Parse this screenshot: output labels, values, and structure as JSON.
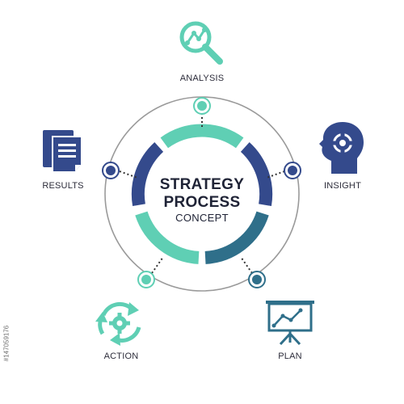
{
  "title": {
    "line1": "STRATEGY",
    "line2": "PROCESS",
    "line3": "CONCEPT"
  },
  "stages": [
    {
      "key": "analysis",
      "label": "ANALYSIS",
      "icon": "magnifier-chart-icon"
    },
    {
      "key": "insight",
      "label": "INSIGHT",
      "icon": "head-gear-icon"
    },
    {
      "key": "plan",
      "label": "PLAN",
      "icon": "presentation-board-icon"
    },
    {
      "key": "action",
      "label": "ACTION",
      "icon": "cycle-gear-icon"
    },
    {
      "key": "results",
      "label": "RESULTS",
      "icon": "documents-icon"
    }
  ],
  "watermark": "#147059176",
  "colors": {
    "teal": "#5fcfb4",
    "navy": "#344a8c",
    "petrol": "#2f6f8a",
    "ring": "#9a9a9a",
    "text": "#1f2336"
  }
}
